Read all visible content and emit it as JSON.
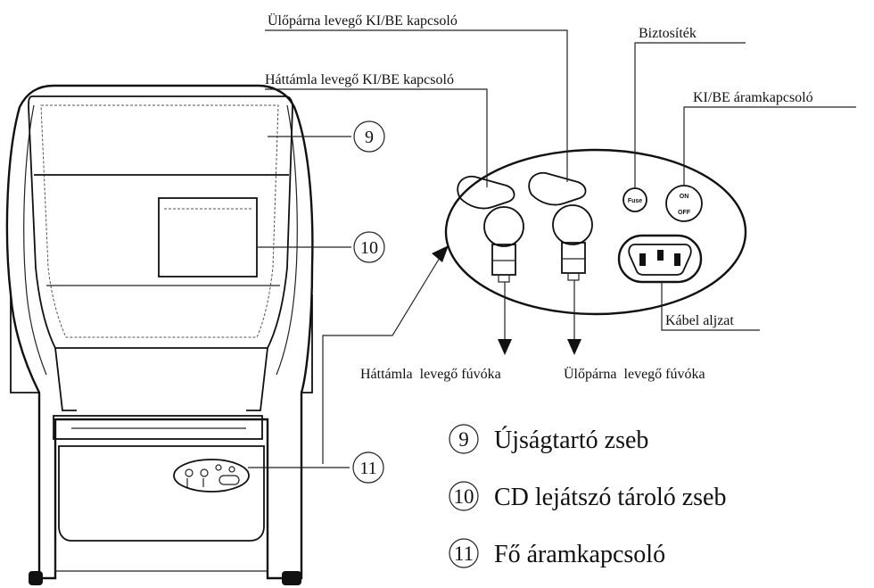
{
  "labels": {
    "seat_air_switch": "Ülőpárna levegő KI/BE kapcsoló",
    "back_air_switch": "Háttámla levegő KI/BE kapcsoló",
    "fuse": "Biztosíték",
    "power_switch": "KI/BE áramkapcsoló",
    "cable_socket": "Kábel aljzat",
    "back_air_nozzle": "Háttámla  levegő fúvóka",
    "seat_air_nozzle": "Ülőpárna  levegő fúvóka"
  },
  "panel": {
    "fuse_text": "Fuse",
    "on_text": "ON",
    "off_text": "OFF"
  },
  "callouts": [
    {
      "number": "9",
      "text": "Újságtartó zseb"
    },
    {
      "number": "10",
      "text": "CD lejátszó tároló zseb"
    },
    {
      "number": "11",
      "text": "Fő áramkapcsoló"
    }
  ],
  "colors": {
    "line": "#222222",
    "background": "#ffffff",
    "chair_fill": "#ffffff"
  }
}
